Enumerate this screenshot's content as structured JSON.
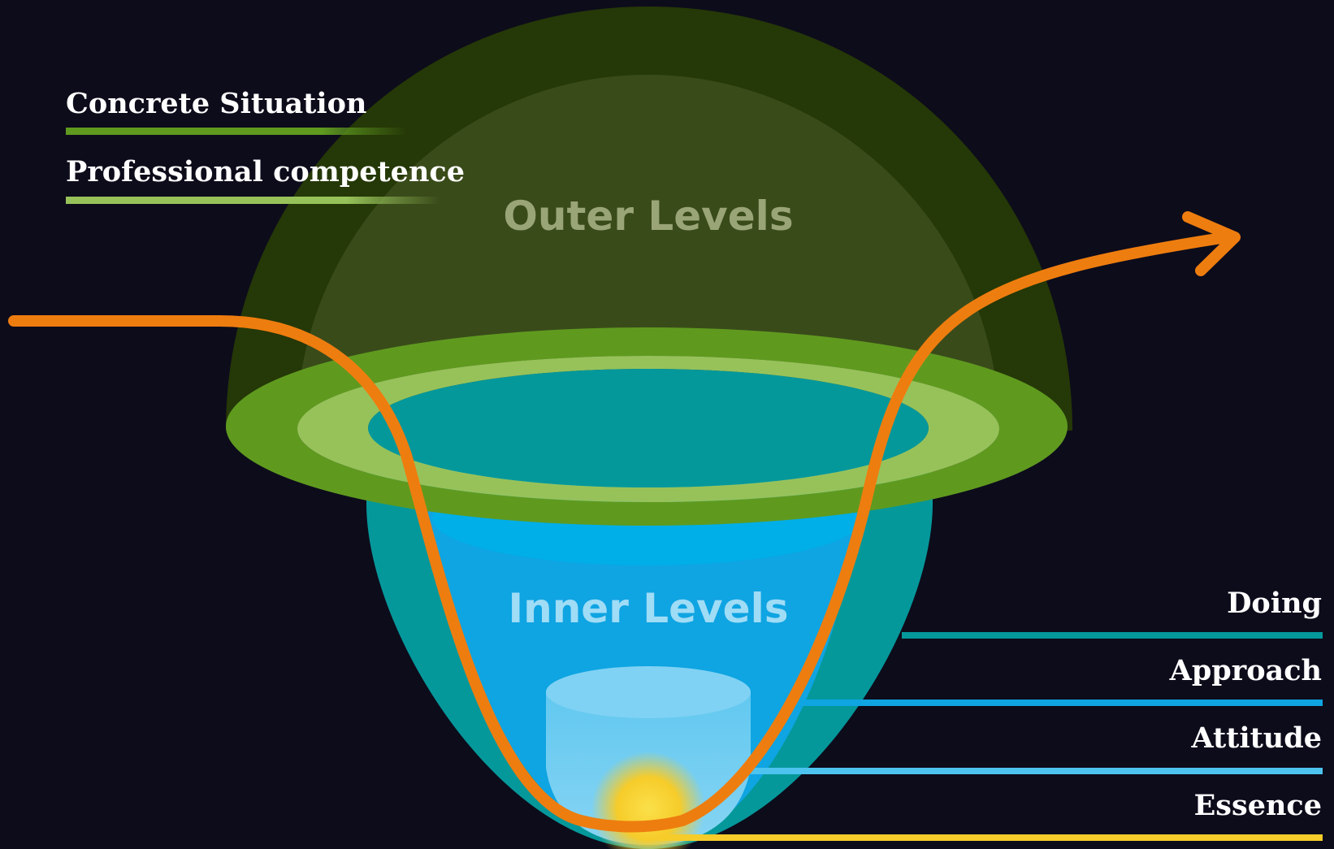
{
  "outer_levels_title": "Outer Levels",
  "inner_levels_title": "Inner Levels",
  "outer_layers": [
    {
      "label": "Concrete Situation",
      "color": "#5f9a1f"
    },
    {
      "label": "Professional competence",
      "color": "#97c25a"
    }
  ],
  "inner_layers": [
    {
      "label": "Doing",
      "color": "#05989b"
    },
    {
      "label": "Approach",
      "color": "#0fa4e2"
    },
    {
      "label": "Attitude",
      "color": "#4dc3ef"
    },
    {
      "label": "Essence",
      "color": "#f6cc2a"
    }
  ],
  "path_color": "#ee7d0f",
  "background": "#0d0c1b"
}
